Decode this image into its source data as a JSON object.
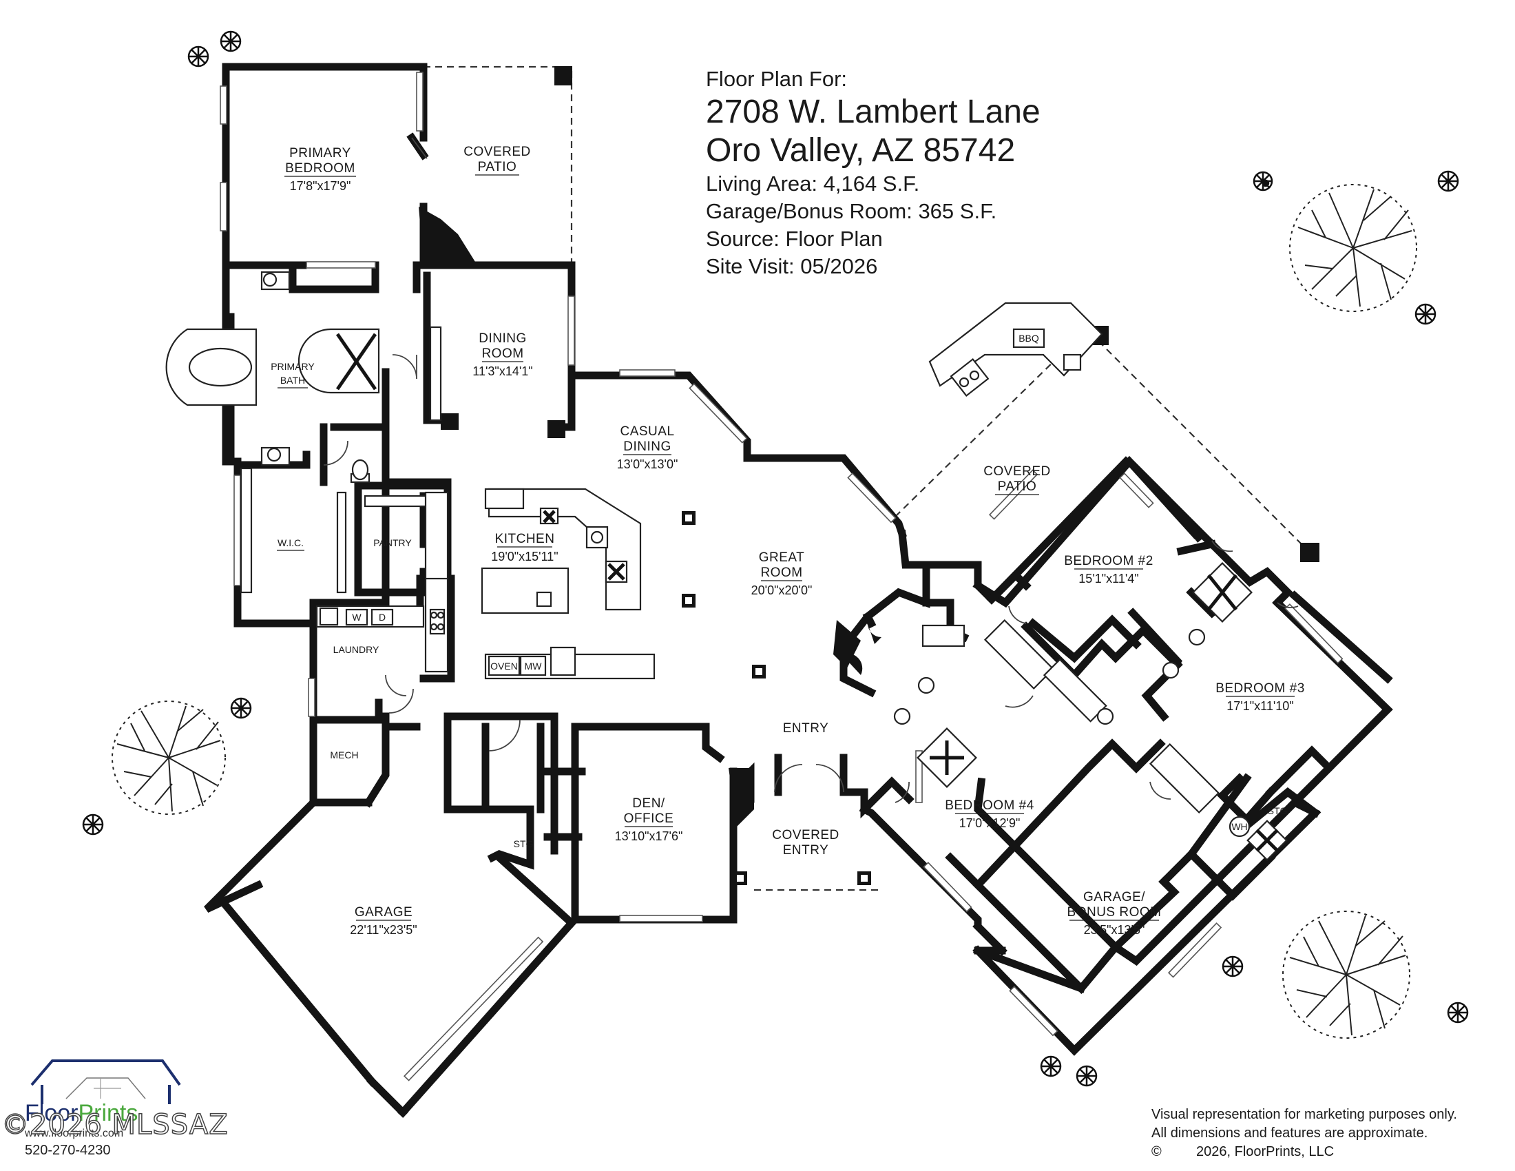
{
  "header": {
    "intro": "Floor Plan For:",
    "address_line1": "2708 W. Lambert Lane",
    "address_line2": "Oro Valley, AZ  85742",
    "living_area": "Living Area:  4,164 S.F.",
    "garage_bonus": "Garage/Bonus Room:  365 S.F.",
    "source": "Source:  Floor Plan",
    "site_visit": "Site Visit:  05/2026"
  },
  "rooms": {
    "primary_bedroom": {
      "name1": "PRIMARY",
      "name2": "BEDROOM",
      "dim": "17'8\"x17'9\""
    },
    "covered_patio_top": {
      "name1": "COVERED",
      "name2": "PATIO"
    },
    "primary_bath": {
      "name1": "PRIMARY",
      "name2": "BATH"
    },
    "dining_room": {
      "name1": "DINING",
      "name2": "ROOM",
      "dim": "11'3\"x14'1\""
    },
    "casual_dining": {
      "name1": "CASUAL",
      "name2": "DINING",
      "dim": "13'0\"x13'0\""
    },
    "kitchen": {
      "name": "KITCHEN",
      "dim": "19'0\"x15'11\""
    },
    "wic": {
      "name": "W.I.C."
    },
    "pantry": {
      "name": "PANTRY"
    },
    "great_room": {
      "name1": "GREAT",
      "name2": "ROOM",
      "dim": "20'0\"x20'0\""
    },
    "covered_patio_right": {
      "name1": "COVERED",
      "name2": "PATIO"
    },
    "bedroom2": {
      "name": "BEDROOM #2",
      "dim": "15'1\"x11'4\""
    },
    "bedroom3": {
      "name": "BEDROOM #3",
      "dim": "17'1\"x11'10\""
    },
    "bedroom4": {
      "name": "BEDROOM #4",
      "dim": "17'0\"x12'9\""
    },
    "laundry": {
      "name": "LAUNDRY"
    },
    "mech": {
      "name": "MECH"
    },
    "stg_left": {
      "name": "STG"
    },
    "stg_right": {
      "name": "STG"
    },
    "entry": {
      "name": "ENTRY"
    },
    "den_office": {
      "name1": "DEN/",
      "name2": "OFFICE",
      "dim": "13'10\"x17'6\""
    },
    "covered_entry": {
      "name1": "COVERED",
      "name2": "ENTRY"
    },
    "garage": {
      "name": "GARAGE",
      "dim": "22'11\"x23'5\""
    },
    "garage_bonus": {
      "name1": "GARAGE/",
      "name2": "BONUS ROOM",
      "dim": "23'5\"x13'5\""
    }
  },
  "fixtures": {
    "bbq": "BBQ",
    "oven": "OVEN",
    "mw": "MW",
    "washer": "W",
    "dryer": "D",
    "water_heater": "WH"
  },
  "logo": {
    "brand_part1": "Floor",
    "brand_part2": "Prints",
    "url": "www.floorprints.com",
    "phone": "520-270-4230",
    "watermark": "©2026 MLSSAZ",
    "brand_color": "#1c2f6e",
    "accent_color": "#4aa83d"
  },
  "disclaimer": {
    "line1": "Visual representation for marketing purposes only.",
    "line2": "All dimensions and features are approximate.",
    "copyright_symbol": "©",
    "copyright_text": "2026, FloorPrints, LLC"
  }
}
